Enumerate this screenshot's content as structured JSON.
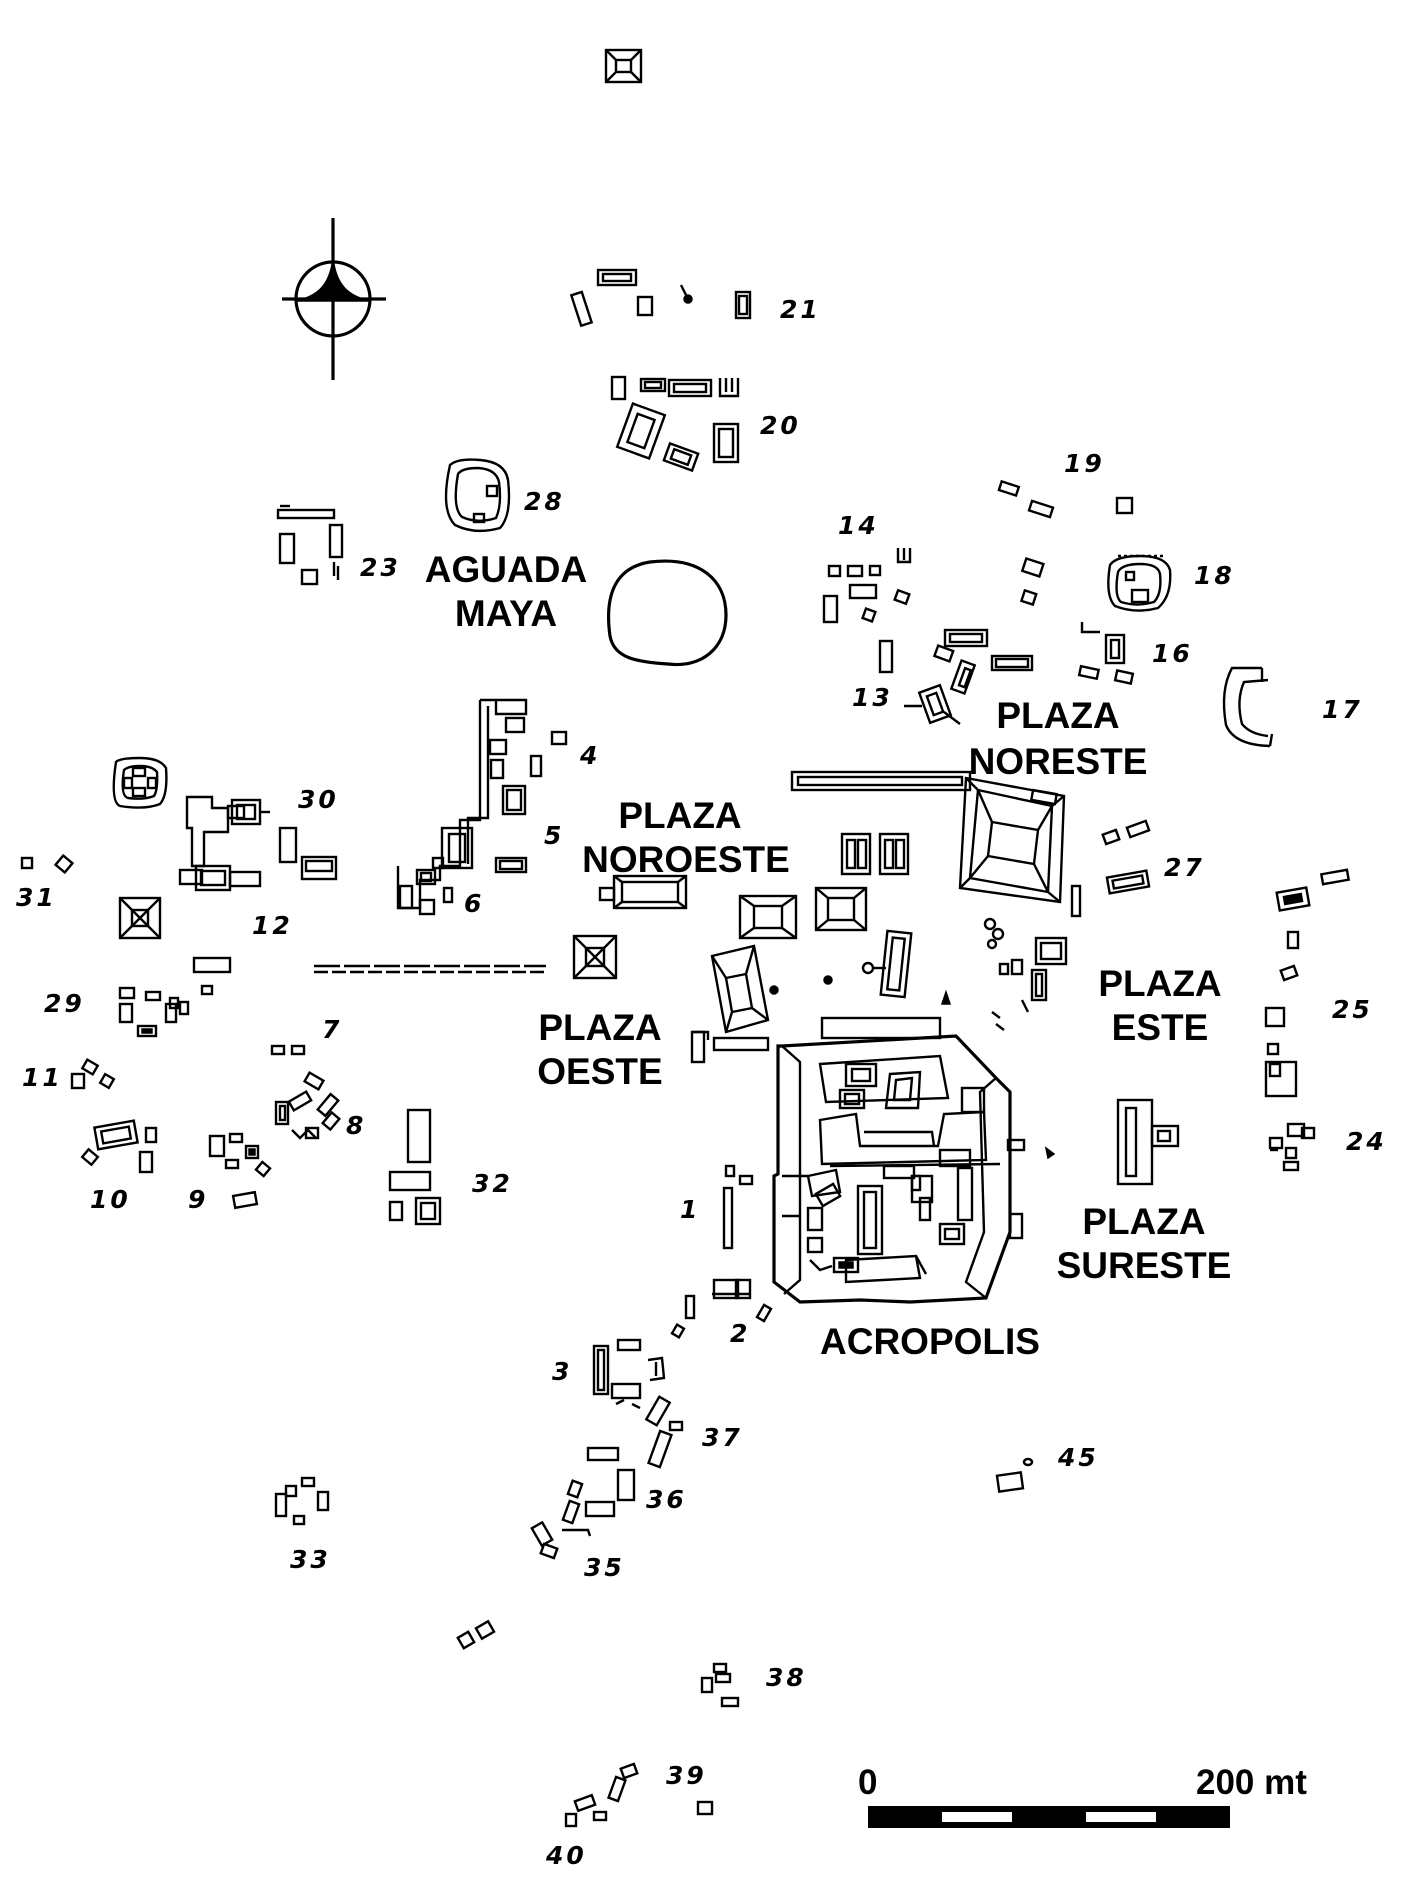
{
  "map": {
    "plazas": {
      "aguada": "AGUADA",
      "maya": "MAYA",
      "noreste_1": "PLAZA",
      "noreste_2": "NORESTE",
      "noroeste_1": "PLAZA",
      "noroeste_2": "NOROESTE",
      "oeste_1": "PLAZA",
      "oeste_2": "OESTE",
      "este_1": "PLAZA",
      "este_2": "ESTE",
      "sureste_1": "PLAZA",
      "sureste_2": "SURESTE",
      "acropolis": "ACROPOLIS"
    },
    "groups": {
      "g1": "1",
      "g2": "2",
      "g3": "3",
      "g4": "4",
      "g5": "5",
      "g6": "6",
      "g7": "7",
      "g8": "8",
      "g9": "9",
      "g10": "10",
      "g11": "11",
      "g12": "12",
      "g13": "13",
      "g14": "14",
      "g16": "16",
      "g17": "17",
      "g18": "18",
      "g19": "19",
      "g20": "20",
      "g21": "21",
      "g23": "23",
      "g24": "24",
      "g25": "25",
      "g27": "27",
      "g28": "28",
      "g29": "29",
      "g30": "30",
      "g31": "31",
      "g32": "32",
      "g33": "33",
      "g35": "35",
      "g36": "36",
      "g37": "37",
      "g38": "38",
      "g39": "39",
      "g40": "40",
      "g45": "45"
    },
    "scale_bar": {
      "start": "0",
      "end": "200 mt"
    }
  }
}
